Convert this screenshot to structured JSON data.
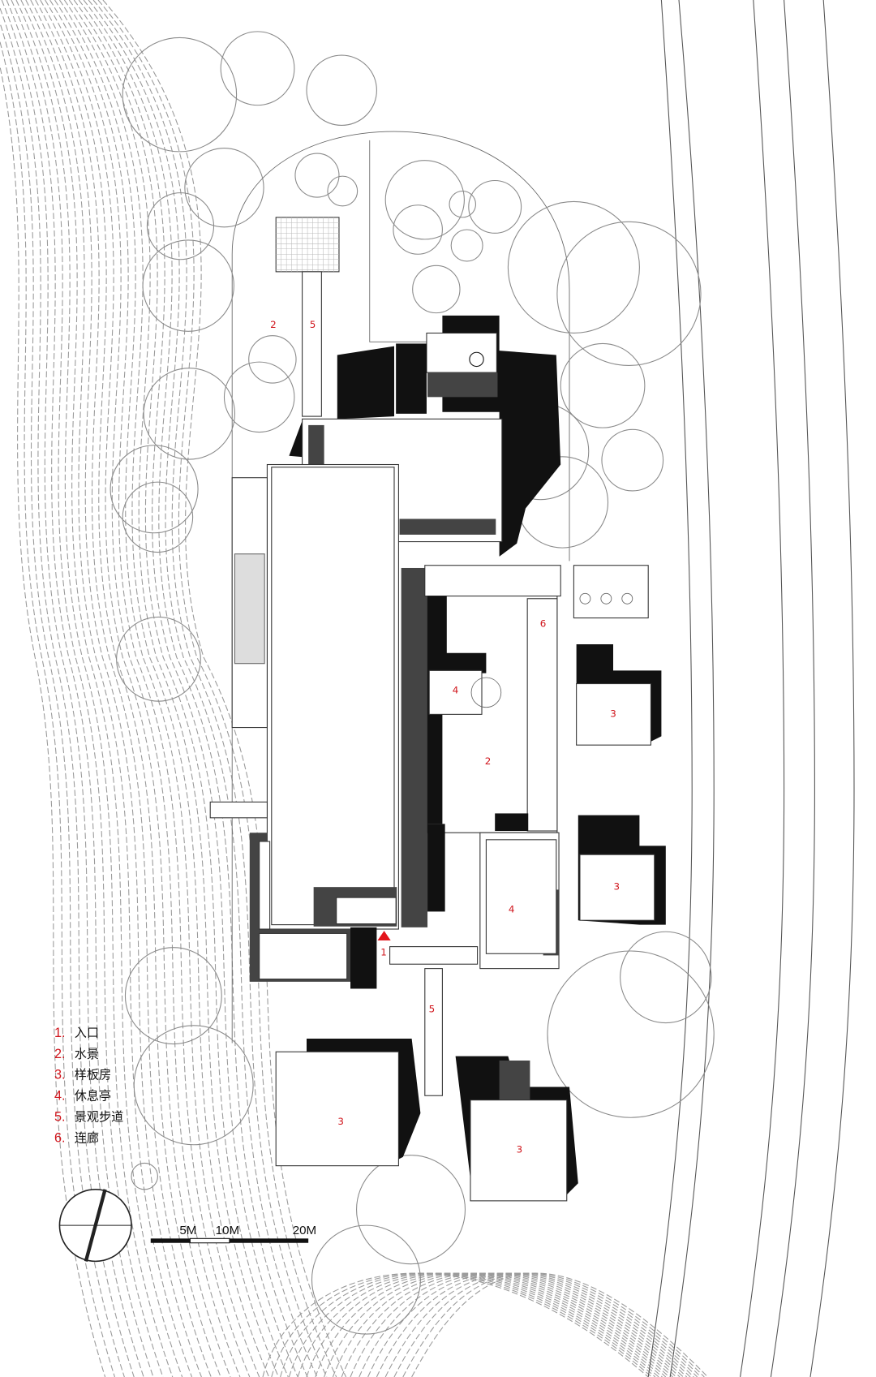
{
  "title": "Site plan",
  "plan_labels": {
    "entrance": "1",
    "water_north": "2",
    "walkway_north": "5",
    "water_court": "2",
    "corridor": "6",
    "pavilion_a": "4",
    "pavilion_b": "4",
    "show_house_ne": "3",
    "show_house_e": "3",
    "show_house_sw": "3",
    "show_house_se": "3",
    "walkway_south": "5"
  },
  "legend": [
    {
      "num": "1.",
      "text": "入口"
    },
    {
      "num": "2.",
      "text": "水景"
    },
    {
      "num": "3.",
      "text": "样板房"
    },
    {
      "num": "4.",
      "text": "休息亭"
    },
    {
      "num": "5.",
      "text": "景观步道"
    },
    {
      "num": "6.",
      "text": "连廊"
    }
  ],
  "scale_bar": {
    "labels": [
      "5M",
      "10M",
      "20M"
    ]
  },
  "colors": {
    "label_red": "#d0151c",
    "entrance_marker": "#e3141b"
  }
}
